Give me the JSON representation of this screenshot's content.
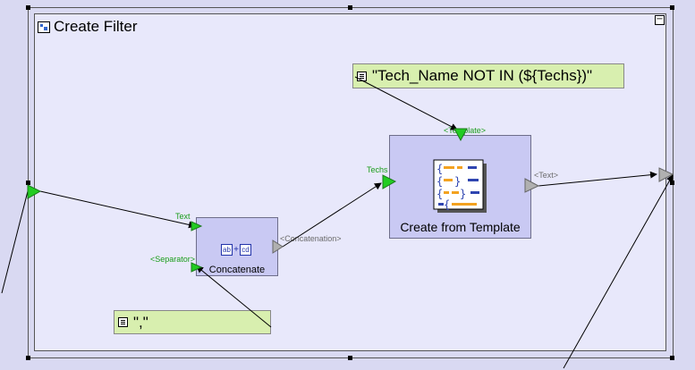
{
  "container": {
    "title": "Create Filter",
    "collapse_symbol": "−"
  },
  "notes": {
    "template_expression": "\"Tech_Name NOT IN (${Techs})\"",
    "separator_value": "\",\""
  },
  "nodes": {
    "concatenate": {
      "label": "Concatenate",
      "icon_left": "ab",
      "icon_right": "cd",
      "input_text": "Text",
      "input_separator": "<Separator>",
      "output": "<Concatenation>"
    },
    "template": {
      "label": "Create from Template",
      "input_template": "<Template>",
      "input_techs": "Techs",
      "output": "<Text>"
    }
  },
  "colors": {
    "port_green": "#22cc22",
    "port_gray": "#b0b0b0",
    "node_fill": "#c9c9f3",
    "note_fill": "#d8efaf"
  }
}
